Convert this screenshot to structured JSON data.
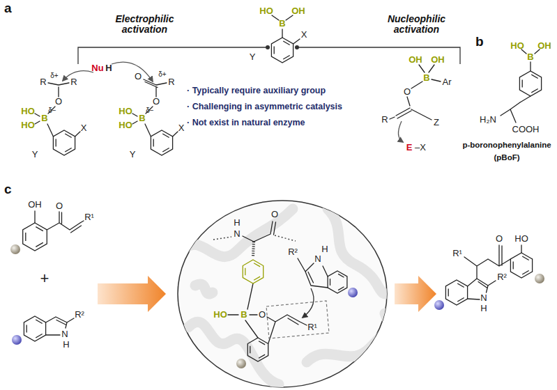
{
  "diagram": {
    "labels": [
      "a",
      "HO",
      "OH",
      "B",
      "X",
      "Y",
      "Electrophilic activation",
      "Nucleophilic activation",
      "Nu",
      "H",
      "R",
      "δ+",
      "R",
      "O",
      "HO",
      "HO",
      "B",
      "δ−",
      "X",
      "Y",
      "O",
      "δ+",
      "R",
      "O",
      "HO",
      "HO",
      "B",
      "δ−",
      "X",
      "Y",
      "· Typically require auxiliary group",
      "· Challenging in asymmetric catalysis",
      "· Not exist in natural enzyme",
      "O",
      "B",
      "OH",
      "OH",
      "Ar",
      "R",
      "Z",
      "E",
      "–X",
      "b",
      "HO",
      "OH",
      "B",
      "H₂N",
      "COOH",
      "p-boronophenylalanine",
      "(pBoF)",
      "c",
      "OH",
      "O",
      "R¹",
      "+",
      "N",
      "H",
      "R²",
      "H",
      "N",
      "O",
      "HO",
      "B",
      "O",
      "R¹",
      "R²",
      "N",
      "H",
      "HO",
      "O",
      "R¹",
      "N",
      "H",
      "R²"
    ]
  }
}
